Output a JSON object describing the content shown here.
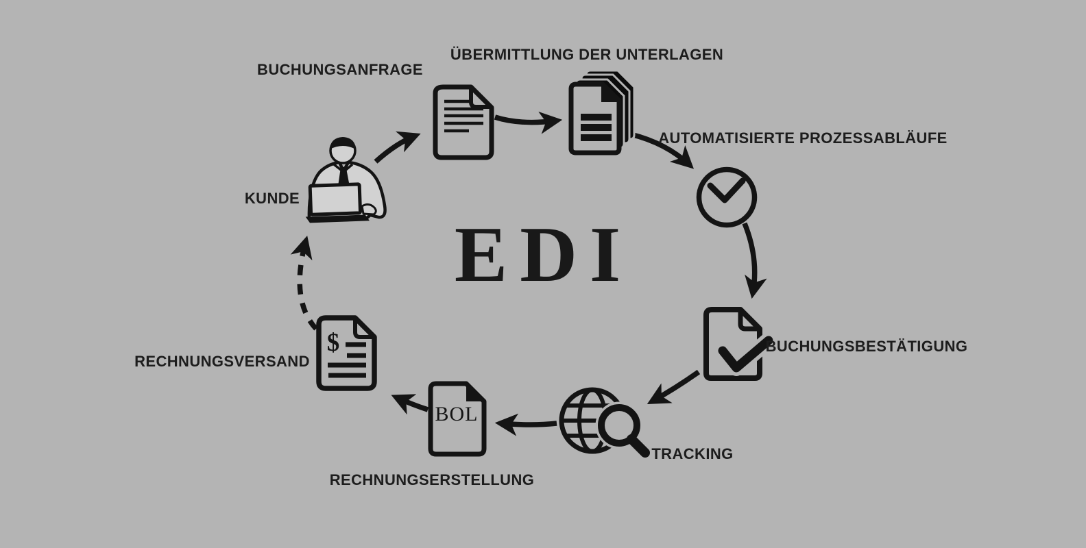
{
  "colors": {
    "background": "#b4b4b4",
    "ink": "#141414",
    "label_text": "#1d1d1d"
  },
  "center": {
    "title": "EDI"
  },
  "nodes": [
    {
      "id": "kunde",
      "label": "KUNDE",
      "icon": "person-laptop-icon"
    },
    {
      "id": "buchungsanfrage",
      "label": "BUCHUNGSANFRAGE",
      "icon": "document-icon"
    },
    {
      "id": "uebermittlung",
      "label": "ÜBERMITTLUNG DER UNTERLAGEN",
      "icon": "document-stack-icon"
    },
    {
      "id": "automatisierte",
      "label": "AUTOMATISIERTE PROZESSABLÄUFE",
      "icon": "clock-check-icon"
    },
    {
      "id": "buchungsbestaetigung",
      "label": "BUCHUNGSBESTÄTIGUNG",
      "icon": "document-check-icon"
    },
    {
      "id": "tracking",
      "label": "TRACKING",
      "icon": "globe-search-icon"
    },
    {
      "id": "rechnungserstellung",
      "label": "RECHNUNGSERSTELLUNG",
      "icon": "bol-document-icon",
      "icon_text": "BOL"
    },
    {
      "id": "rechnungsversand",
      "label": "RECHNUNGSVERSAND",
      "icon": "invoice-document-icon",
      "icon_text": "$"
    }
  ],
  "edges": [
    {
      "from": "kunde",
      "to": "buchungsanfrage",
      "style": "solid"
    },
    {
      "from": "buchungsanfrage",
      "to": "uebermittlung",
      "style": "solid"
    },
    {
      "from": "uebermittlung",
      "to": "automatisierte",
      "style": "solid"
    },
    {
      "from": "automatisierte",
      "to": "buchungsbestaetigung",
      "style": "solid"
    },
    {
      "from": "buchungsbestaetigung",
      "to": "tracking",
      "style": "solid"
    },
    {
      "from": "tracking",
      "to": "rechnungserstellung",
      "style": "solid"
    },
    {
      "from": "rechnungserstellung",
      "to": "rechnungsversand",
      "style": "solid"
    },
    {
      "from": "rechnungsversand",
      "to": "kunde",
      "style": "dashed"
    }
  ]
}
